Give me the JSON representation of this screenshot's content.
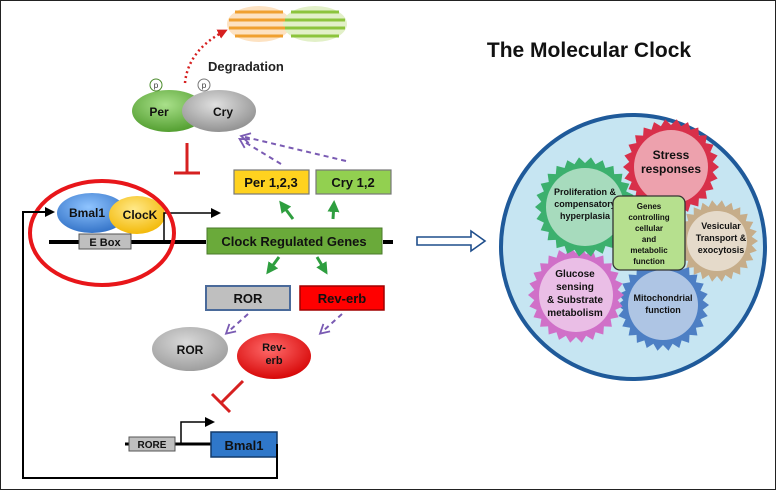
{
  "title": "The Molecular Clock",
  "labels": {
    "degradation": "Degradation",
    "per": "Per",
    "cry": "Cry",
    "phospho": "p",
    "per123": "Per 1,2,3",
    "cry12": "Cry 1,2",
    "bmal1": "Bmal1",
    "clock": "ClocK",
    "ebox": "E Box",
    "ccg": "Clock Regulated Genes",
    "ror_box": "ROR",
    "reverb_box": "Rev-erb",
    "ror_oval": "ROR",
    "reverb_oval_1": "Rev-",
    "reverb_oval_2": "erb",
    "rore": "RORE",
    "bmal1_gene": "Bmal1"
  },
  "gears": {
    "stress": [
      "Stress",
      "responses"
    ],
    "prolif": [
      "Proliferation &",
      "compensatory",
      "hyperplasia"
    ],
    "vesicular": [
      "Vesicular",
      "Transport &",
      "exocytosis"
    ],
    "glucose": [
      "Glucose",
      "sensing",
      "& Substrate",
      "metabolism"
    ],
    "mito": [
      "Mitochondrial",
      "function"
    ],
    "center": [
      "Genes",
      "controlling",
      "cellular",
      "and",
      "metabolic",
      "function"
    ]
  },
  "colors": {
    "green_oval": "#6aaa3a",
    "gray_oval": "#a6a6a6",
    "yellow_box": "#ffd21f",
    "green_box": "#92d050",
    "ccg_box": "#6aaa3a",
    "red_box": "#ff0000",
    "blue_bmal": "#2f77c9",
    "red_circle": "#e8161a",
    "gear_red": "#d8304a",
    "gear_green": "#3cb06e",
    "gear_pink": "#d070c8",
    "gear_blue": "#4d7fc4",
    "gear_tan": "#c6ad8a",
    "circle_fill": "#c6e5f2",
    "circle_border": "#1f5a9a"
  }
}
